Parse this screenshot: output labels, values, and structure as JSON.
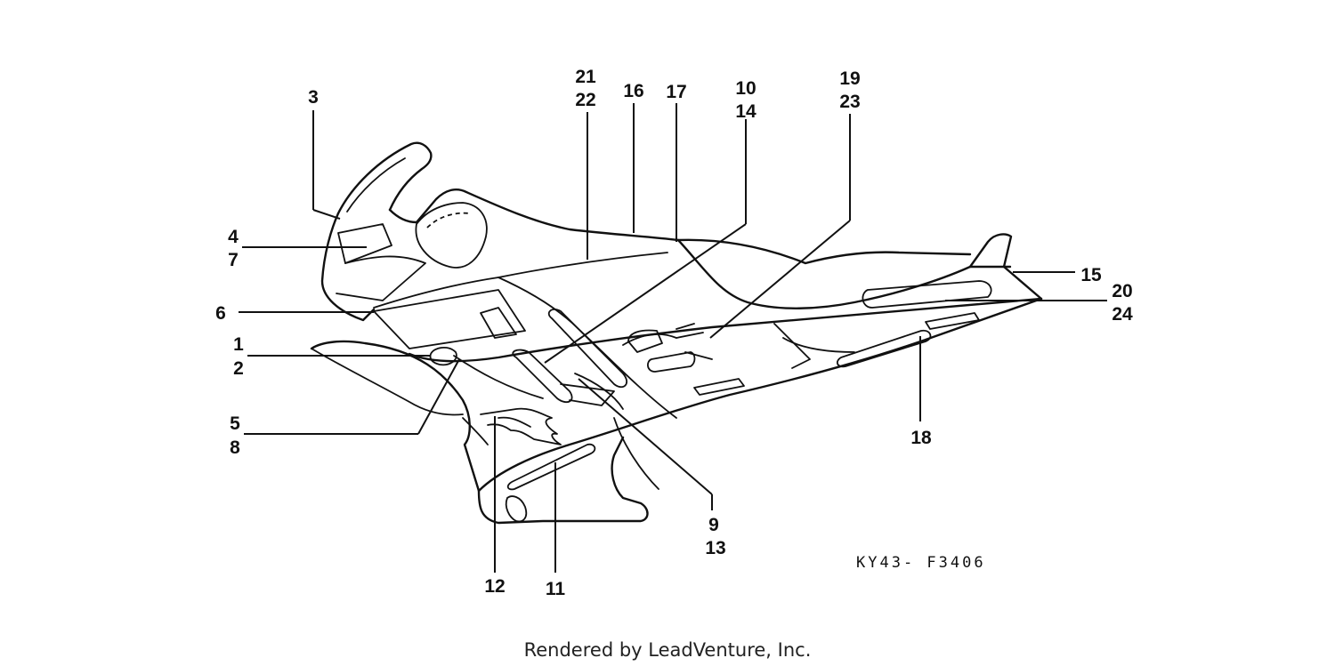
{
  "callouts": {
    "c3": "3",
    "c4": "4",
    "c7": "7",
    "c6": "6",
    "c1": "1",
    "c2": "2",
    "c5": "5",
    "c8": "8",
    "c21": "21",
    "c22": "22",
    "c16": "16",
    "c17": "17",
    "c10": "10",
    "c14": "14",
    "c19": "19",
    "c23": "23",
    "c15": "15",
    "c20": "20",
    "c24": "24",
    "c18": "18",
    "c9": "9",
    "c13": "13",
    "c12": "12",
    "c11": "11"
  },
  "figure_code": "KY43- F3406",
  "footer": "Rendered by LeadVenture, Inc."
}
